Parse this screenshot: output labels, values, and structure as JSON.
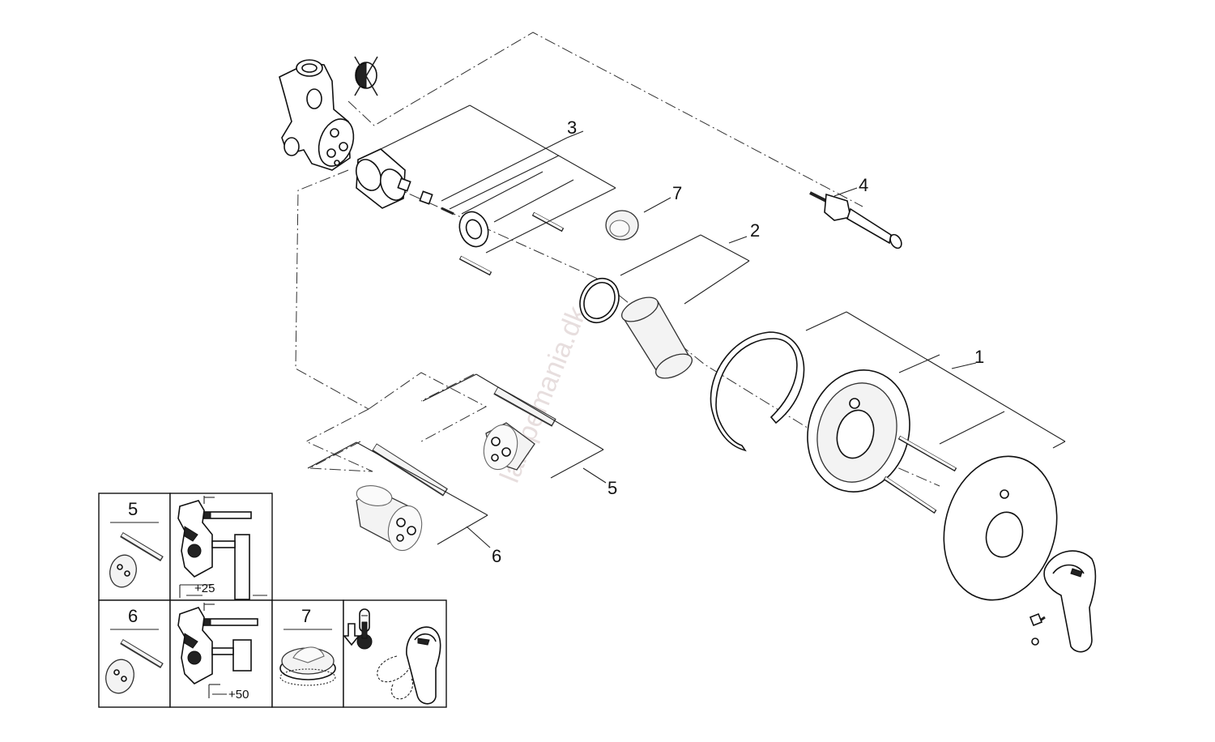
{
  "watermark": "lampemania.dk",
  "callouts": {
    "c1": "1",
    "c2": "2",
    "c3": "3",
    "c4": "4",
    "c5": "5",
    "c6": "6",
    "c7": "7"
  },
  "inset": {
    "panel5_label": "5",
    "panel6_label": "6",
    "panel7_label": "7",
    "panel5_dimension": "+25",
    "panel6_dimension": "+50"
  },
  "icons": {
    "thermometer": "thermometer-icon",
    "arrow_down": "arrow-down-icon"
  },
  "colors": {
    "line": "#222222",
    "watermark": "#e7dede"
  }
}
